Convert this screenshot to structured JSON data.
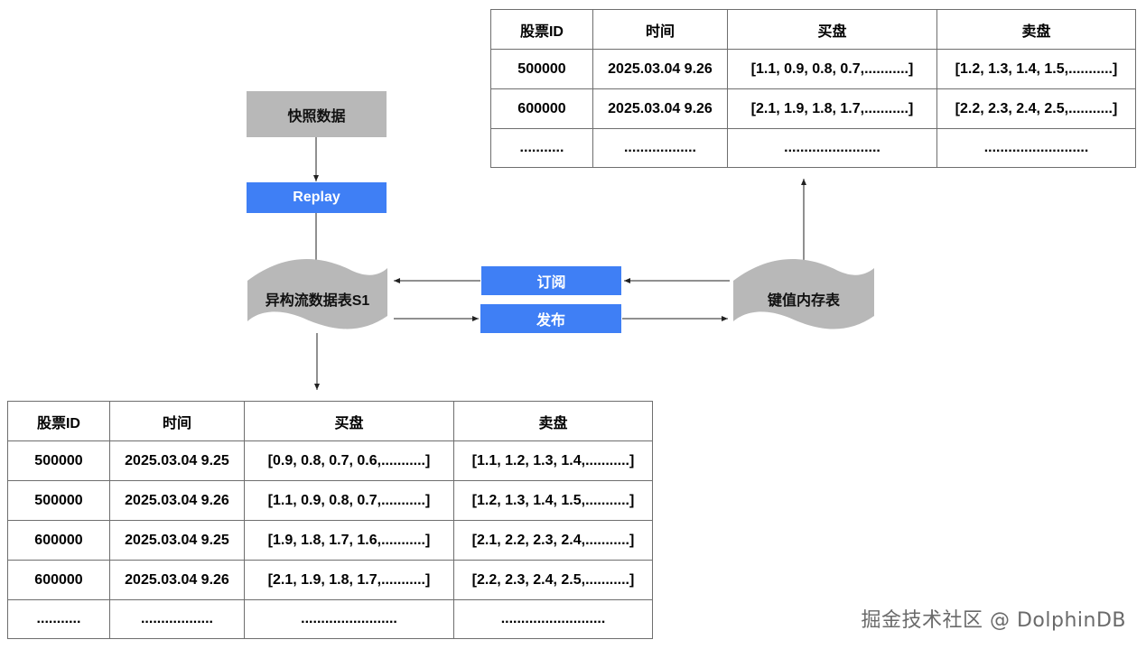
{
  "nodes": {
    "snapshot": "快照数据",
    "replay": "Replay",
    "stream_table": "异构流数据表S1",
    "subscribe": "订阅",
    "publish": "发布",
    "kv_table": "键值内存表"
  },
  "top_table": {
    "headers": [
      "股票ID",
      "时间",
      "买盘",
      "卖盘"
    ],
    "rows": [
      [
        "500000",
        "2025.03.04 9.26",
        "[1.1, 0.9, 0.8, 0.7,...........]",
        "[1.2, 1.3, 1.4, 1.5,...........]"
      ],
      [
        "600000",
        "2025.03.04 9.26",
        "[2.1, 1.9, 1.8, 1.7,...........]",
        "[2.2, 2.3, 2.4, 2.5,...........]"
      ],
      [
        "...........",
        "..................",
        "........................",
        ".........................."
      ]
    ]
  },
  "bottom_table": {
    "headers": [
      "股票ID",
      "时间",
      "买盘",
      "卖盘"
    ],
    "rows": [
      [
        "500000",
        "2025.03.04 9.25",
        "[0.9, 0.8, 0.7, 0.6,...........]",
        "[1.1, 1.2, 1.3, 1.4,...........]"
      ],
      [
        "500000",
        "2025.03.04 9.26",
        "[1.1, 0.9, 0.8, 0.7,...........]",
        "[1.2, 1.3, 1.4, 1.5,...........]"
      ],
      [
        "600000",
        "2025.03.04 9.25",
        "[1.9, 1.8, 1.7, 1.6,...........]",
        "[2.1, 2.2, 2.3, 2.4,...........]"
      ],
      [
        "600000",
        "2025.03.04 9.26",
        "[2.1, 1.9, 1.8, 1.7,...........]",
        "[2.2, 2.3, 2.4, 2.5,...........]"
      ],
      [
        "...........",
        "..................",
        "........................",
        ".........................."
      ]
    ]
  },
  "watermark": "掘金技术社区 @ DolphinDB",
  "colors": {
    "gray_box": "#b8b8b8",
    "blue_box": "#3f7ff5",
    "border": "#6e6e6e"
  }
}
